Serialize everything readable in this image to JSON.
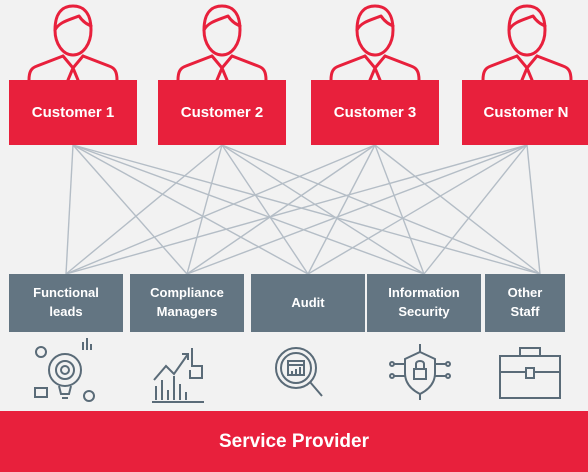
{
  "customers": [
    {
      "label": "Customer 1"
    },
    {
      "label": "Customer 2"
    },
    {
      "label": "Customer 3"
    },
    {
      "label": "Customer N"
    }
  ],
  "roles": [
    {
      "label": "Functional\nleads",
      "icon": "gear-bulb-icon"
    },
    {
      "label": "Compliance\nManagers",
      "icon": "growth-chart-icon"
    },
    {
      "label": "Audit",
      "icon": "magnifier-icon"
    },
    {
      "label": "Information\nSecurity",
      "icon": "security-shield-icon"
    },
    {
      "label": "Other\nStaff",
      "icon": "briefcase-icon"
    }
  ],
  "provider": {
    "label": "Service Provider"
  },
  "colors": {
    "accent": "#e8203c",
    "slate": "#637582",
    "line": "#b4bdc6",
    "background": "#f2f2f2"
  }
}
